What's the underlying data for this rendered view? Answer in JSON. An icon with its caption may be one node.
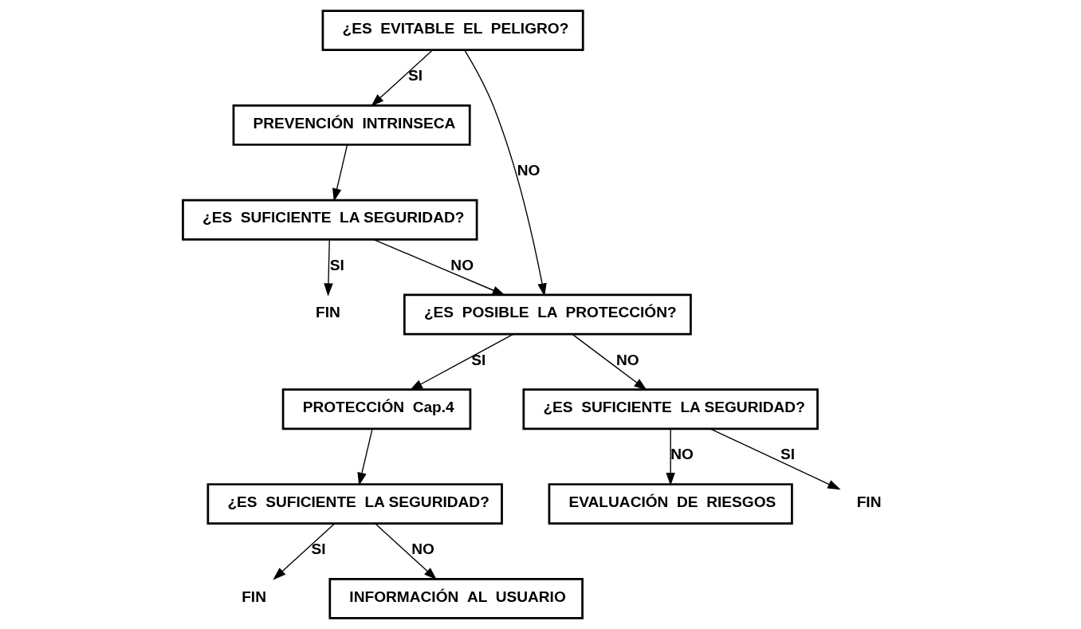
{
  "diagram": {
    "nodes": [
      {
        "text": [
          "EVALUACIÓN  DE  RIESGOS"
        ]
      },
      {
        "text": [
          "¿ES  EVITABLE  EL  PELIGRO?"
        ]
      },
      {
        "text": [
          "PREVENCIÓN  INTRINSECA"
        ]
      },
      {
        "text": [
          "¿ES  SUFICIENTE  LA SEGURIDAD?"
        ]
      },
      {
        "text": [
          "FIN"
        ]
      },
      {
        "text": [
          "¿ES  POSIBLE  LA  PROTECCIÓN?"
        ]
      },
      {
        "text": [
          "PROTECCIÓN  Cap.4"
        ]
      },
      {
        "text": [
          "¿ES  SUFICIENTE  LA SEGURIDAD?"
        ]
      },
      {
        "text": [
          "FIN"
        ]
      },
      {
        "text": [
          "INFORMACIÓN  AL  USUARIO"
        ]
      },
      {
        "text": [
          "¿ES  SUFICIENTE  LA SEGURIDAD?"
        ]
      },
      {
        "text": [
          "FIN"
        ]
      }
    ],
    "edges": [
      {
        "from": 1,
        "to": 2,
        "arrow": "to",
        "label": "SI"
      },
      {
        "from": 1,
        "to": 5,
        "arrow": "to",
        "label": "NO"
      },
      {
        "from": 2,
        "to": 3,
        "arrow": "to"
      },
      {
        "from": 3,
        "to": 5,
        "arrow": "to",
        "label": "NO"
      },
      {
        "from": 3,
        "to": 4,
        "arrow": "to",
        "label": "SI"
      },
      {
        "from": 5,
        "to": 6,
        "arrow": "to",
        "label": "SI"
      },
      {
        "from": 6,
        "to": 7,
        "arrow": "to"
      },
      {
        "from": 7,
        "to": 8,
        "arrow": "to",
        "label": "SI"
      },
      {
        "from": 7,
        "to": 9,
        "arrow": "to",
        "label": "NO"
      },
      {
        "from": 5,
        "to": 10,
        "arrow": "to",
        "label": "NO"
      },
      {
        "from": 10,
        "to": 0,
        "arrow": "to",
        "label": "NO"
      },
      {
        "from": 10,
        "to": 11,
        "arrow": "to",
        "label": "SI"
      }
    ]
  }
}
